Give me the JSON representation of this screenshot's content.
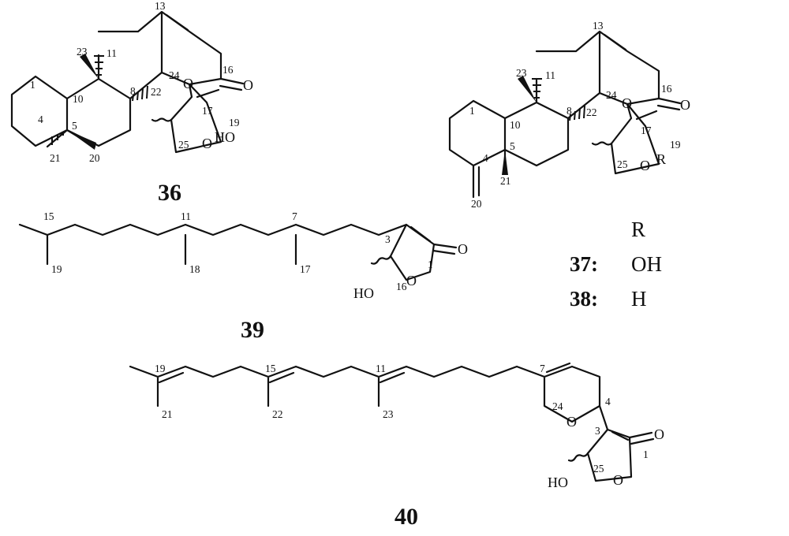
{
  "compounds": {
    "c36": {
      "id": "36",
      "locants": [
        "23",
        "11",
        "13",
        "1",
        "10",
        "24",
        "16",
        "8",
        "22",
        "17",
        "19",
        "5",
        "4",
        "25",
        "20",
        "21"
      ],
      "atoms": {
        "ring_oxygen": "O",
        "carbonyl_oxygen": "O",
        "lactone_oxygen": "O",
        "hydroxyl": "HO"
      }
    },
    "c37_38": {
      "locants": [
        "23",
        "11",
        "13",
        "1",
        "24",
        "16",
        "10",
        "8",
        "22",
        "17",
        "19",
        "5",
        "4",
        "25",
        "20",
        "21"
      ],
      "atoms": {
        "ring_oxygen": "O",
        "carbonyl_oxygen": "O",
        "lactone_oxygen": "O",
        "substituent": "R"
      }
    },
    "c39": {
      "id": "39",
      "locants": [
        "15",
        "11",
        "7",
        "3",
        "1",
        "19",
        "18",
        "17",
        "16"
      ],
      "atoms": {
        "carbonyl_oxygen": "O",
        "lactone_oxygen": "O",
        "hydroxyl": "HO"
      }
    },
    "c40": {
      "id": "40",
      "locants": [
        "19",
        "15",
        "11",
        "7",
        "21",
        "22",
        "23",
        "24",
        "4",
        "3",
        "1",
        "25"
      ],
      "atoms": {
        "ring_oxygen": "O",
        "carbonyl_oxygen": "O",
        "lactone_oxygen": "O",
        "hydroxyl": "HO"
      }
    }
  },
  "r_table": {
    "header": "R",
    "rows": [
      {
        "id": "37:",
        "r": "OH"
      },
      {
        "id": "38:",
        "r": "H"
      }
    ]
  }
}
